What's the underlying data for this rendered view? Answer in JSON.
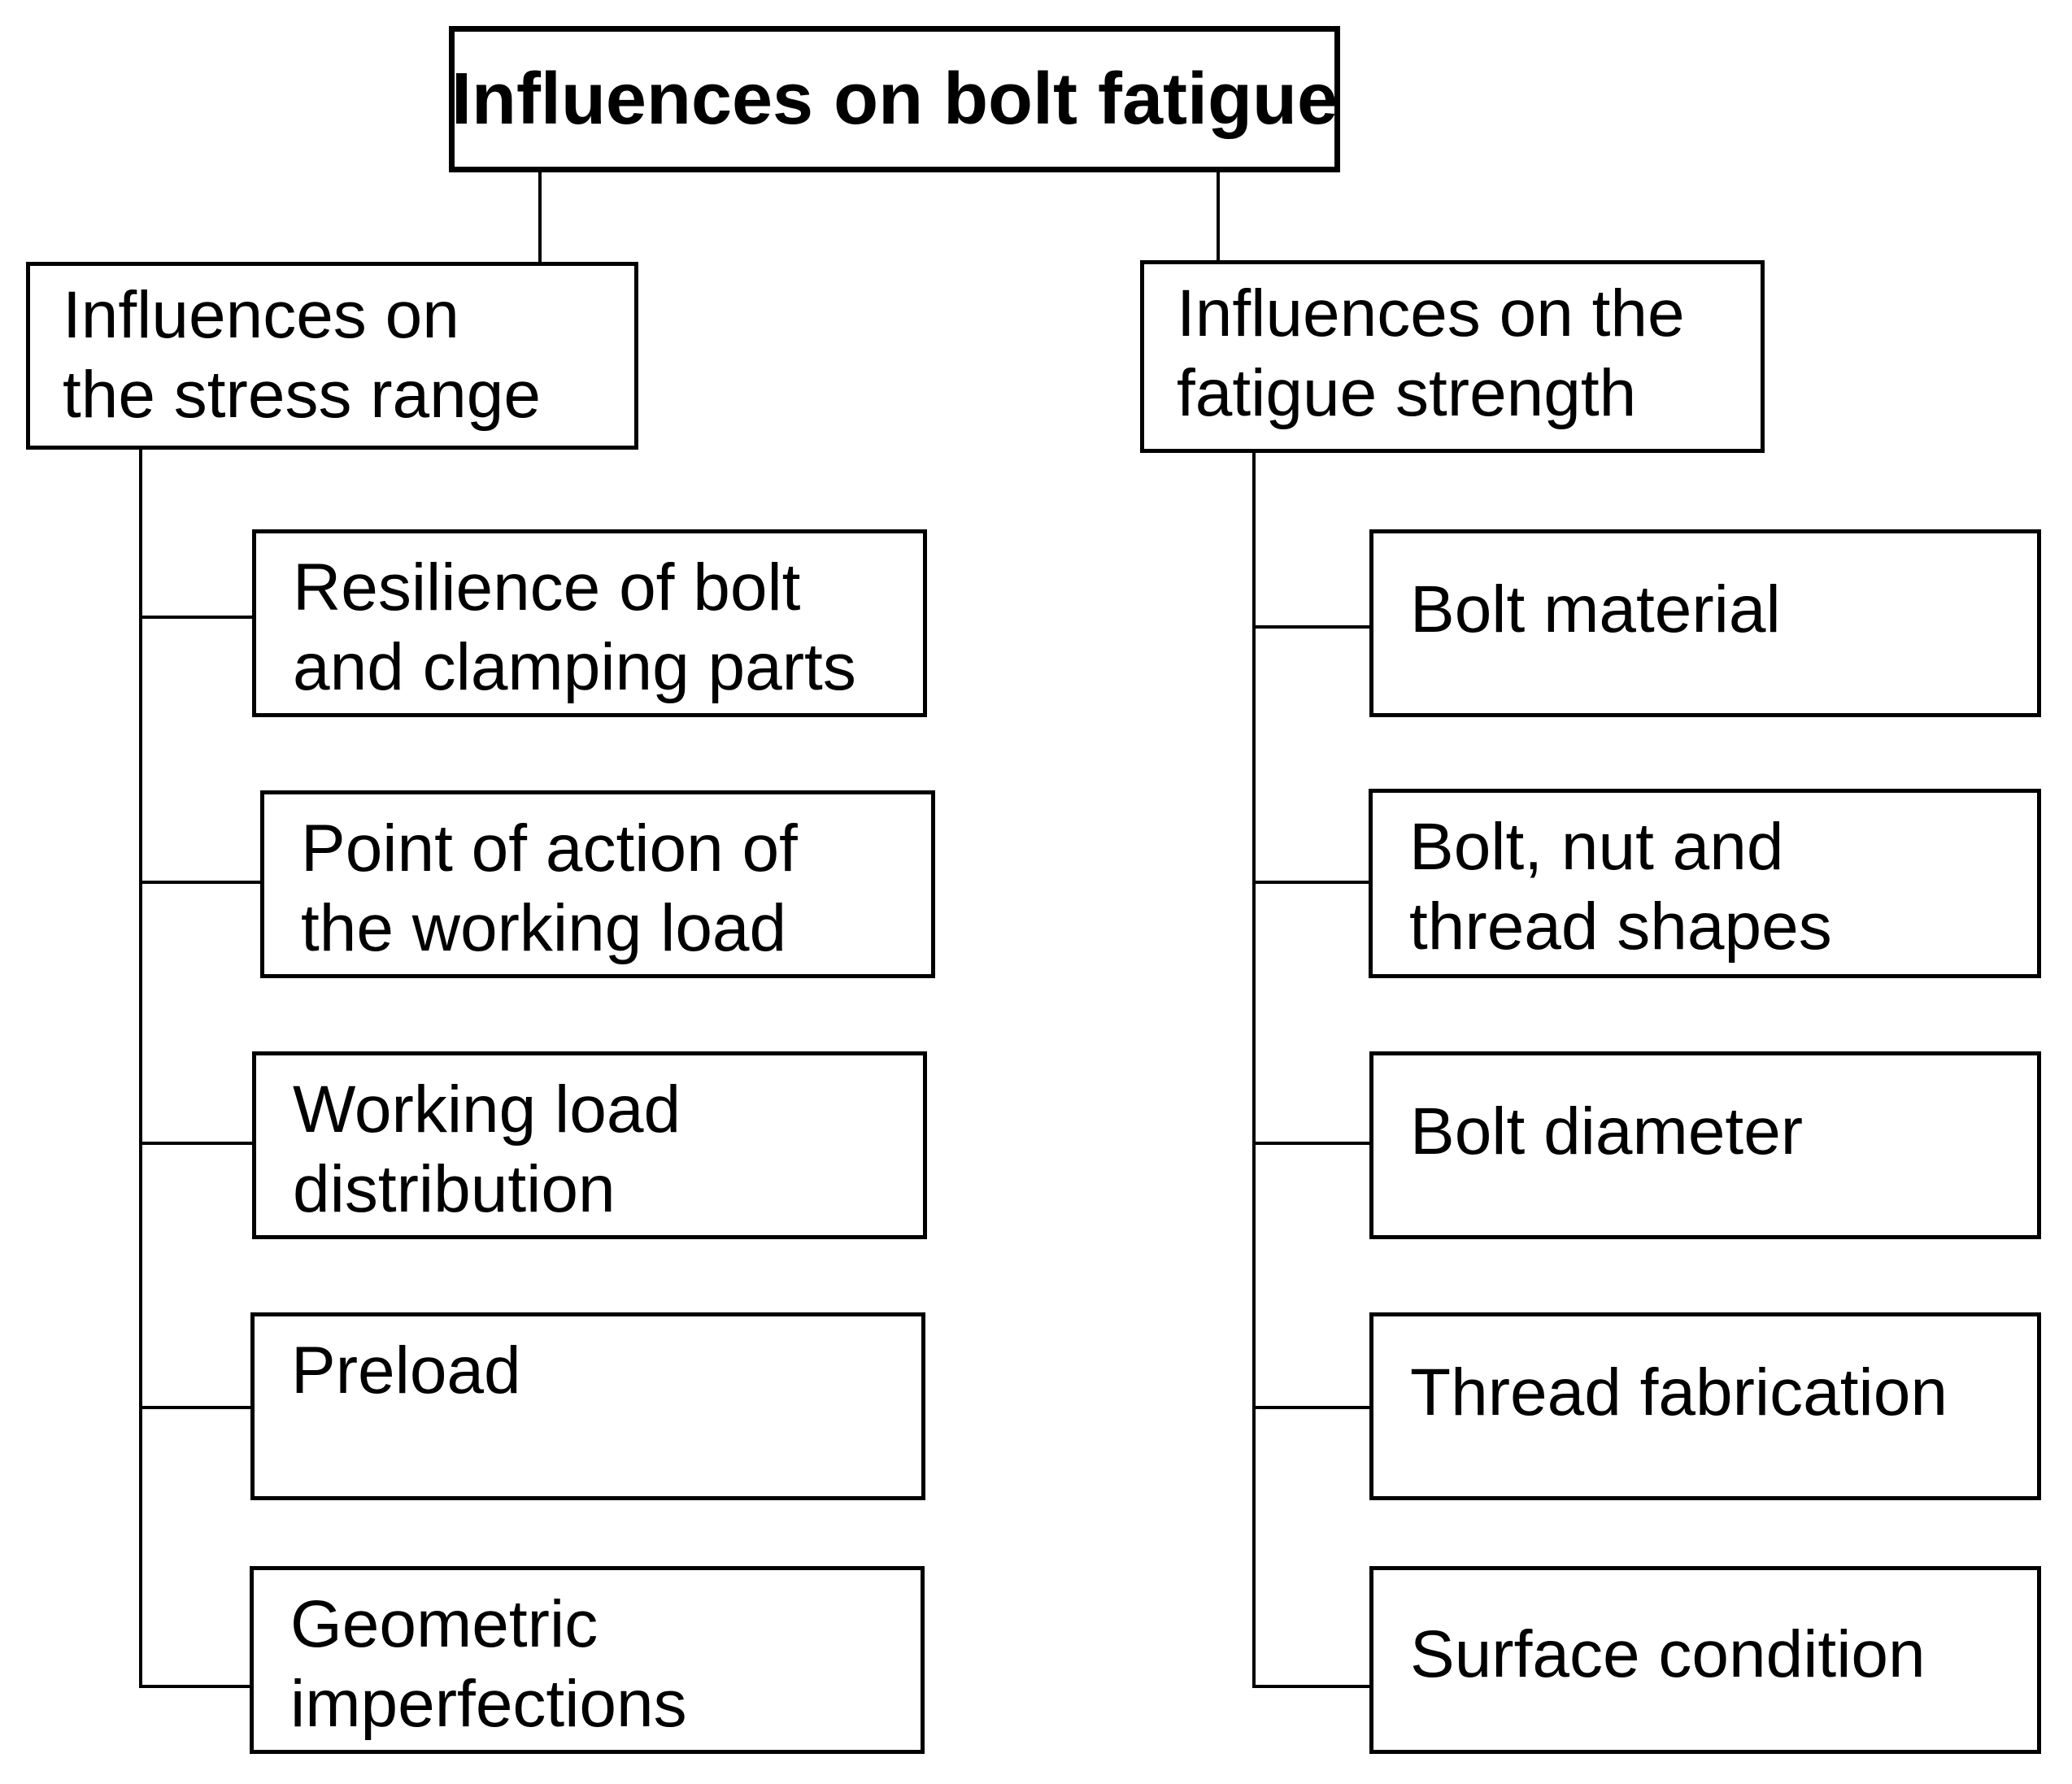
{
  "colors": {
    "ink": "#000000",
    "paper": "#ffffff"
  },
  "root": {
    "label": "Influences on bolt fatigue"
  },
  "branches": {
    "stress_range": {
      "label": "Influences on\nthe stress range",
      "children": [
        "Resilience of bolt\nand clamping parts",
        "Point of action of\nthe working load",
        "Working load\ndistribution",
        "Preload",
        "Geometric\nimperfections"
      ]
    },
    "fatigue_strength": {
      "label": "Influences on the\nfatigue strength",
      "children": [
        "Bolt material",
        "Bolt, nut and\nthread shapes",
        "Bolt diameter",
        "Thread fabrication",
        "Surface condition"
      ]
    }
  }
}
